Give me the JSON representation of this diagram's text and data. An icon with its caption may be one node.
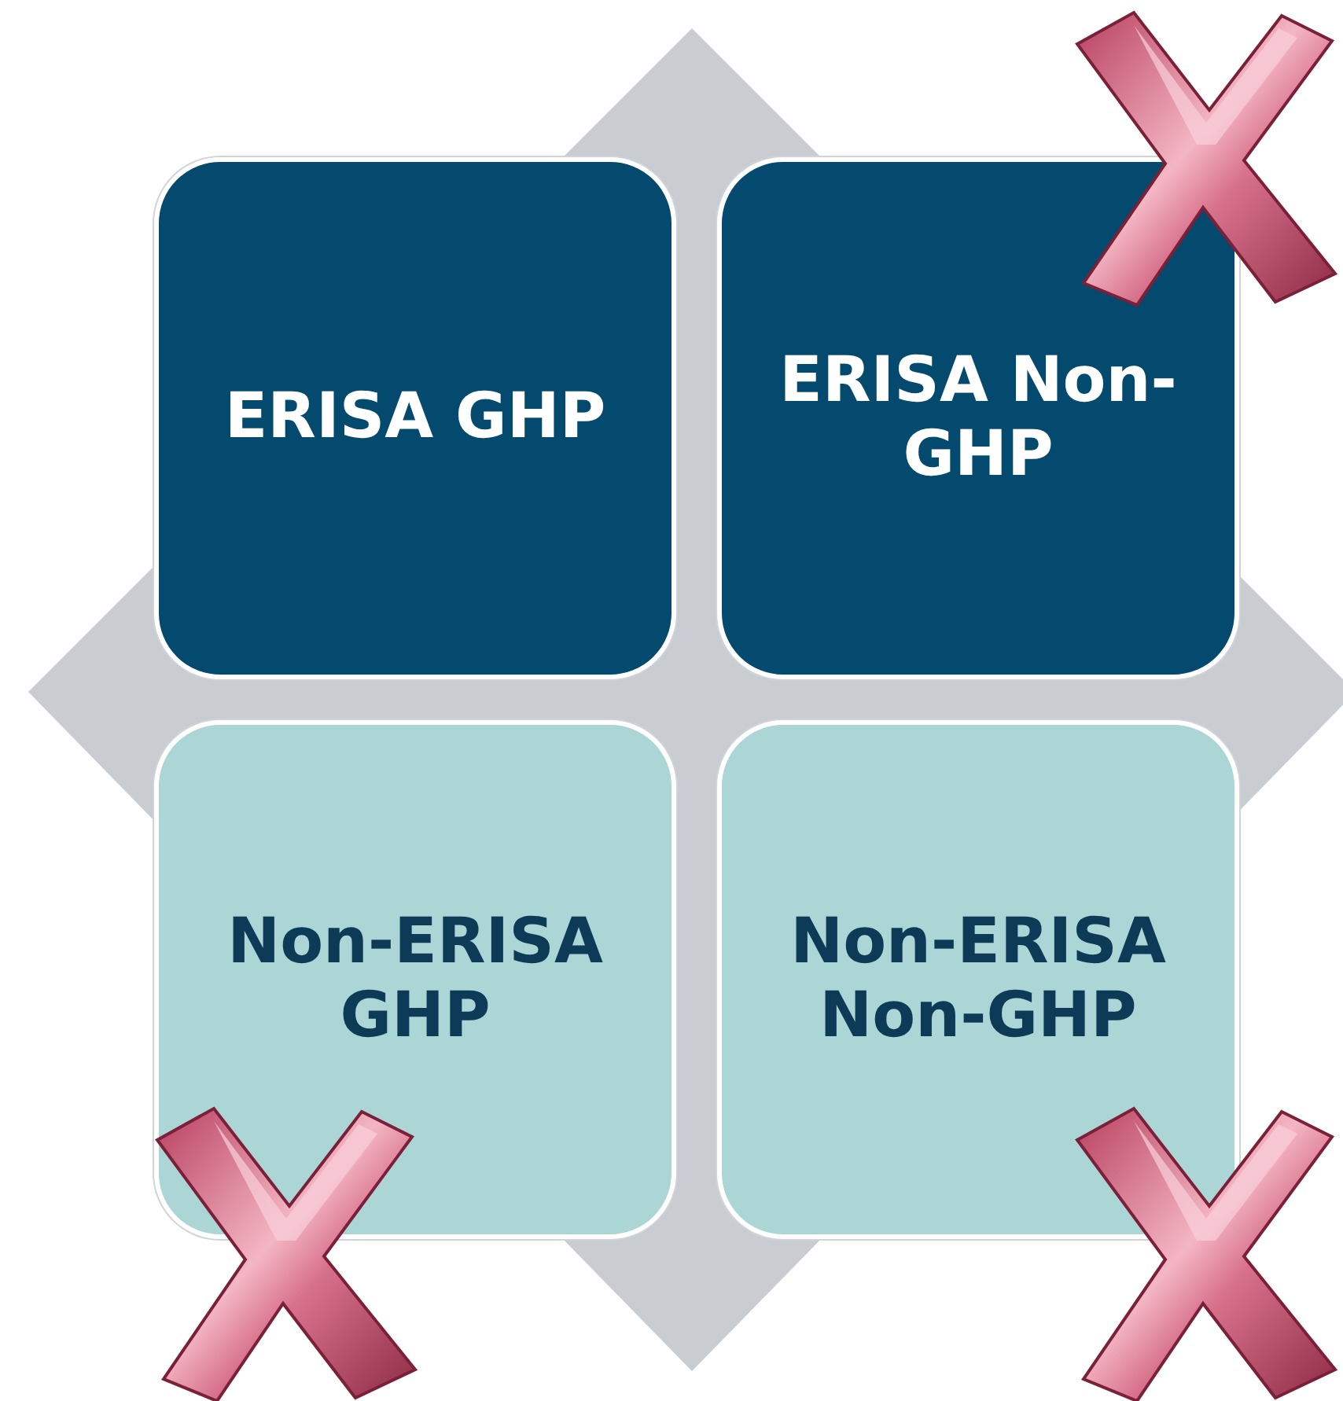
{
  "diagram": {
    "nodes": [
      {
        "text": [
          "ERISA GHP"
        ]
      },
      {
        "text": [
          "ERISA Non-GHP"
        ]
      },
      {
        "text": [
          "Non-ERISA GHP"
        ]
      },
      {
        "text": [
          "Non-ERISA Non-GHP"
        ]
      }
    ]
  }
}
